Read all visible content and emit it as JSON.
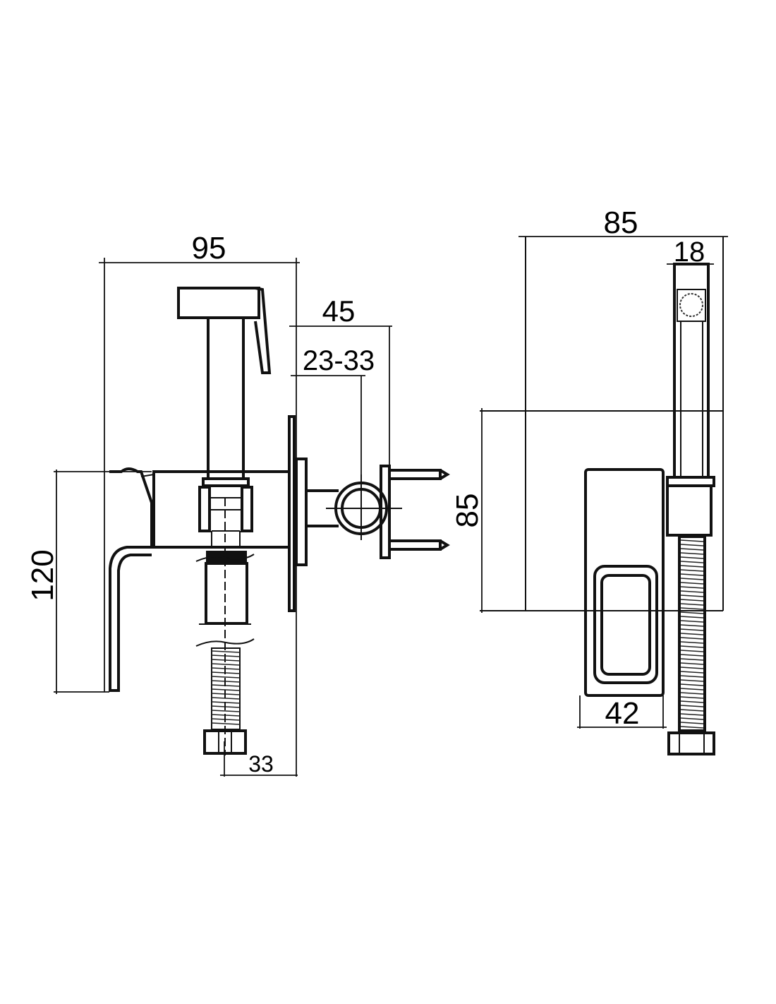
{
  "title": "Concealed bidet shower mixer dimension drawing",
  "side_view": {
    "width_total": "95",
    "projection": "45",
    "holder_range": "23-33",
    "height": "120",
    "outlet_offset": "33"
  },
  "front_view": {
    "width_total": "85",
    "handshower_width": "18",
    "plate_height": "85",
    "lever_width": "42"
  },
  "colors": {
    "line": "#111111",
    "background": "#ffffff"
  }
}
